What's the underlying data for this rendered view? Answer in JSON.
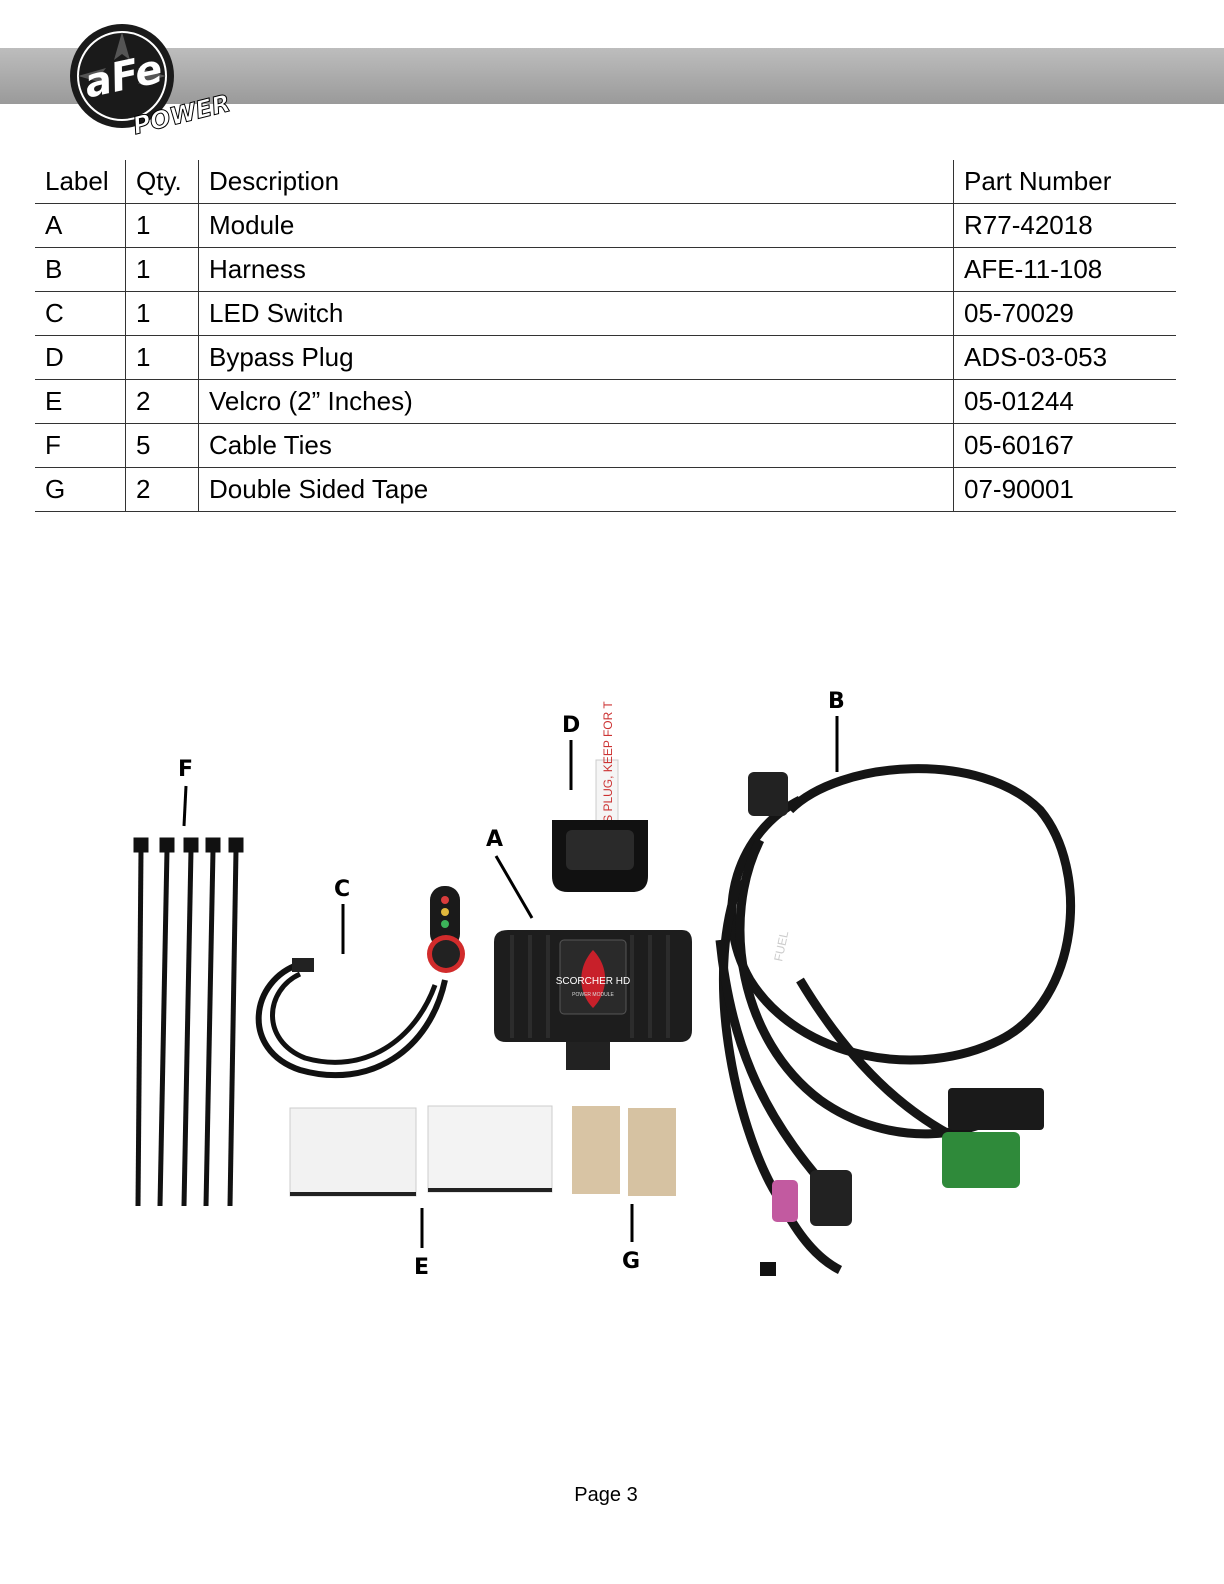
{
  "header": {
    "brand_logo_text": "aFe POWER",
    "colors": {
      "bar": "#a8a8a8",
      "logo": "#1a1a1a"
    }
  },
  "table": {
    "headers": [
      "Label",
      "Qty.",
      "Description",
      "Part Number"
    ],
    "rows": [
      [
        "A",
        "1",
        "Module",
        "R77-42018"
      ],
      [
        "B",
        "1",
        "Harness",
        "AFE-11-108"
      ],
      [
        "C",
        "1",
        "LED Switch",
        "05-70029"
      ],
      [
        "D",
        "1",
        "Bypass Plug",
        "ADS-03-053"
      ],
      [
        "E",
        "2",
        "Velcro (2” Inches)",
        "05-01244"
      ],
      [
        "F",
        "5",
        "Cable Ties",
        "05-60167"
      ],
      [
        "G",
        "2",
        "Double Sided Tape",
        "07-90001"
      ]
    ]
  },
  "figure": {
    "callouts": {
      "a": "A",
      "b": "B",
      "c": "C",
      "d": "D",
      "e": "E",
      "f": "F",
      "g": "G"
    },
    "module_brand": "SCORCHER HD",
    "module_sub": "POWER MODULE",
    "plug_tag": "BYPASS PLUG, KEEP FOR T",
    "harness_label": "FUEL"
  },
  "footer": {
    "page": "Page 3"
  }
}
